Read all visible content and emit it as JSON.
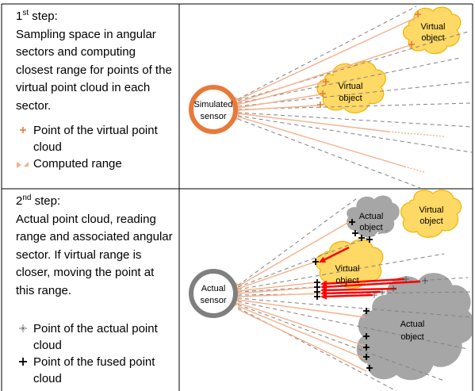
{
  "steps": [
    {
      "heading_main": "1",
      "heading_sup": "st",
      "heading_tail": " step:",
      "description": "Sampling space in angular sectors and computing closest range for points of the virtual point cloud in each sector.",
      "legend": [
        {
          "icon": "orange-plus-icon",
          "label": "Point of the virtual point cloud"
        },
        {
          "icon": "range-chevron-icon",
          "label": "Computed range"
        }
      ],
      "sensor_label_line1": "Simulated",
      "sensor_label_line2": "sensor",
      "objects": [
        {
          "line1": "Virtual",
          "line2": "object"
        },
        {
          "line1": "Virtual",
          "line2": "object"
        }
      ]
    },
    {
      "heading_main": "2",
      "heading_sup": "nd",
      "heading_tail": " step:",
      "description": "Actual point cloud, reading range and associated angular sector. If virtual range is closer, moving the point at this range.",
      "legend": [
        {
          "icon": "thin-star-icon",
          "label": "Point of the actual point cloud"
        },
        {
          "icon": "black-plus-icon",
          "label": "Point of the fused point cloud"
        }
      ],
      "sensor_label_line1": "Actual",
      "sensor_label_line2": "sensor",
      "objects": [
        {
          "line1": "Actual",
          "line2": "object"
        },
        {
          "line1": "Virtual",
          "line2": "object"
        },
        {
          "line1": "Virtual",
          "line2": "object"
        },
        {
          "line1": "Actual",
          "line2": "object"
        }
      ]
    }
  ],
  "colors": {
    "orange": "#e8793a",
    "orange_light": "#f5b08a",
    "cloud_yellow": "#ffd966",
    "cloud_yellow_edge": "#f0b400",
    "cloud_gray": "#a6a6a6",
    "arrow_red": "#ff0000",
    "sensor_gray": "#7f7f7f",
    "dash_gray": "#808080"
  }
}
